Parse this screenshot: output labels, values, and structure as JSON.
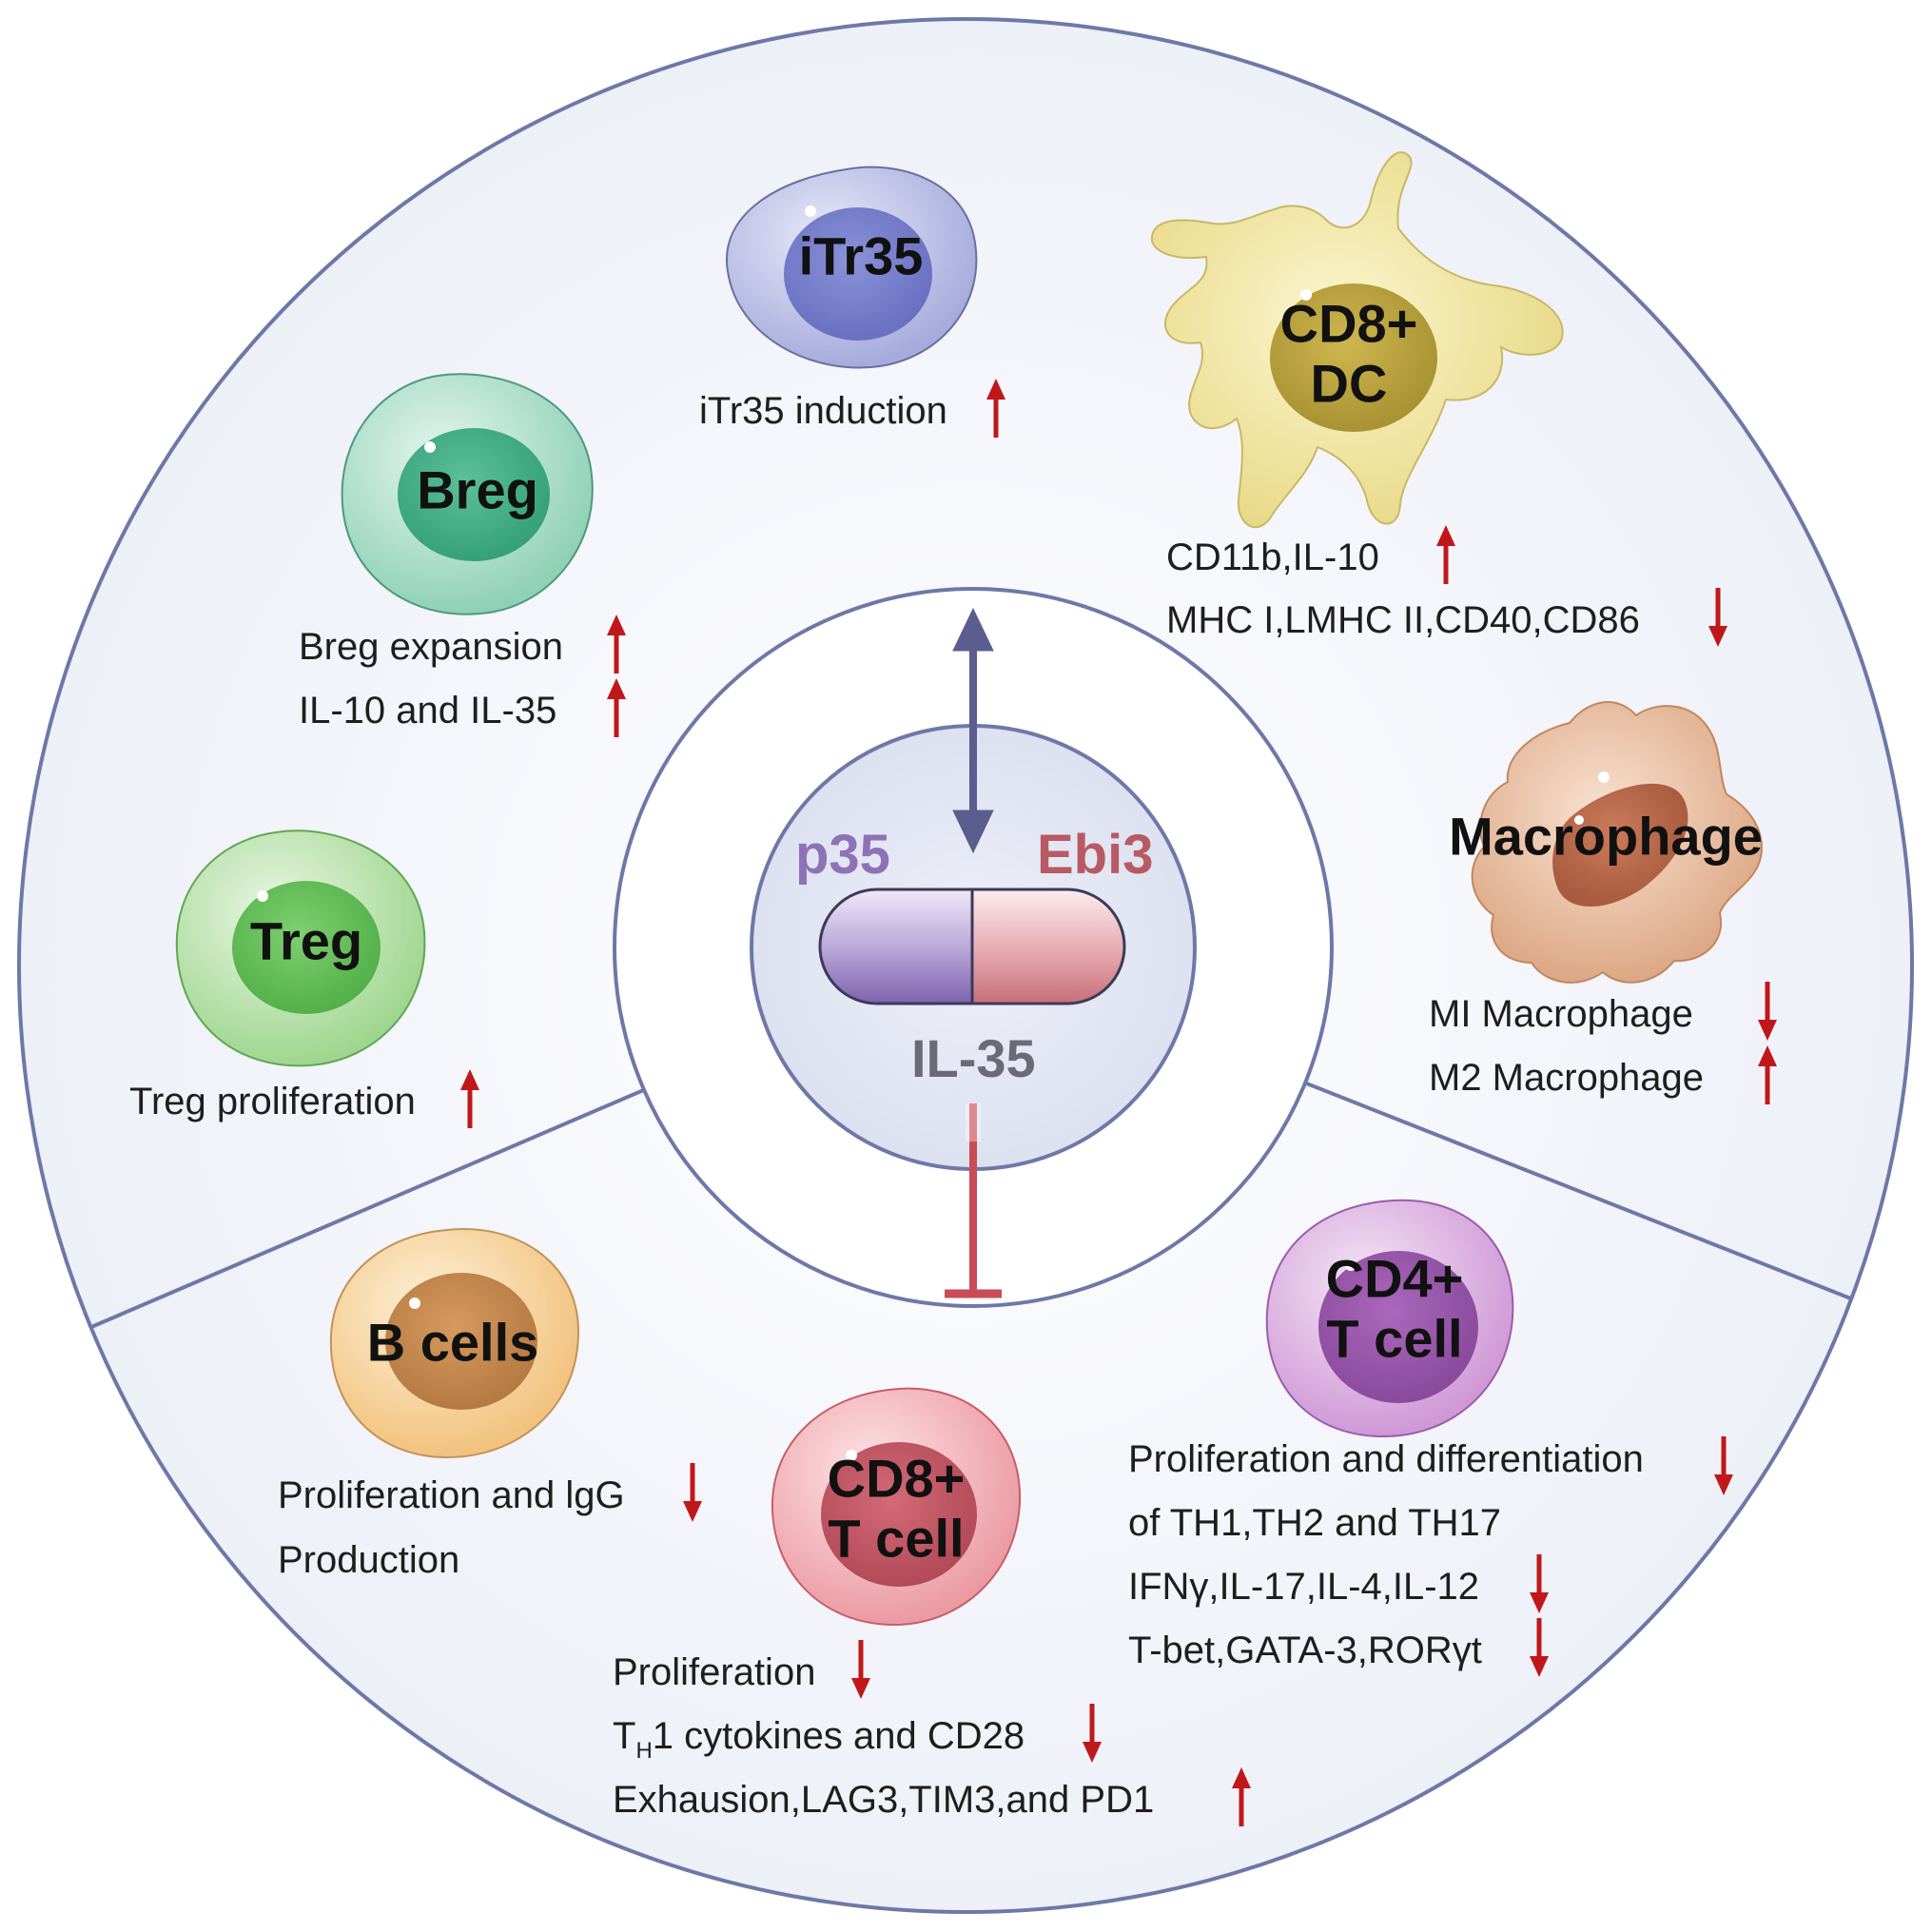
{
  "center": {
    "p35": "p35",
    "ebi3": "Ebi3",
    "name": "IL-35"
  },
  "colors": {
    "ring": "#6e78a8",
    "up_arrow": "#c0181a",
    "down_arrow": "#c0181a",
    "bidir_arrow": "#5b5d8f",
    "inhibit": "#c94b55",
    "p35": "#8e72b6",
    "ebi3": "#b85a63"
  },
  "cells": {
    "itr35": {
      "name": "iTr35",
      "lines": [
        {
          "text": "iTr35 induction",
          "arrow": "up"
        }
      ]
    },
    "cd8dc": {
      "name1": "CD8+",
      "name2": "DC",
      "lines": [
        {
          "text": "CD11b,IL-10",
          "arrow": "up"
        },
        {
          "text": "MHC I,LMHC II,CD40,CD86",
          "arrow": "down"
        }
      ]
    },
    "breg": {
      "name": "Breg",
      "lines": [
        {
          "text": "Breg expansion",
          "arrow": "up"
        },
        {
          "text": "IL-10 and IL-35",
          "arrow": "up"
        }
      ]
    },
    "treg": {
      "name": "Treg",
      "lines": [
        {
          "text": "Treg proliferation",
          "arrow": "up"
        }
      ]
    },
    "macrophage": {
      "name": "Macrophage",
      "lines": [
        {
          "text": "MI Macrophage",
          "arrow": "down"
        },
        {
          "text": "M2 Macrophage",
          "arrow": "up"
        }
      ]
    },
    "bcells": {
      "name": "B cells",
      "lines": [
        {
          "text": "Proliferation and lgG",
          "arrow": "down"
        },
        {
          "text": "Production"
        }
      ]
    },
    "cd8t": {
      "name1": "CD8+",
      "name2": "T cell",
      "lines": [
        {
          "text": "Proliferation",
          "arrow": "down"
        },
        {
          "prefix": "T",
          "sub": "H",
          "text": "1 cytokines and CD28",
          "arrow": "down"
        },
        {
          "text": "Exhausion,LAG3,TIM3,and PD1",
          "arrow": "up"
        }
      ]
    },
    "cd4t": {
      "name1": "CD4+",
      "name2": "T cell",
      "lines": [
        {
          "text": "Proliferation and differentiation",
          "arrow": "down"
        },
        {
          "text": "of TH1,TH2 and TH17"
        },
        {
          "text": "IFNγ,IL-17,IL-4,IL-12",
          "arrow": "down"
        },
        {
          "text": "T-bet,GATA-3,RORγt",
          "arrow": "down"
        }
      ]
    }
  }
}
